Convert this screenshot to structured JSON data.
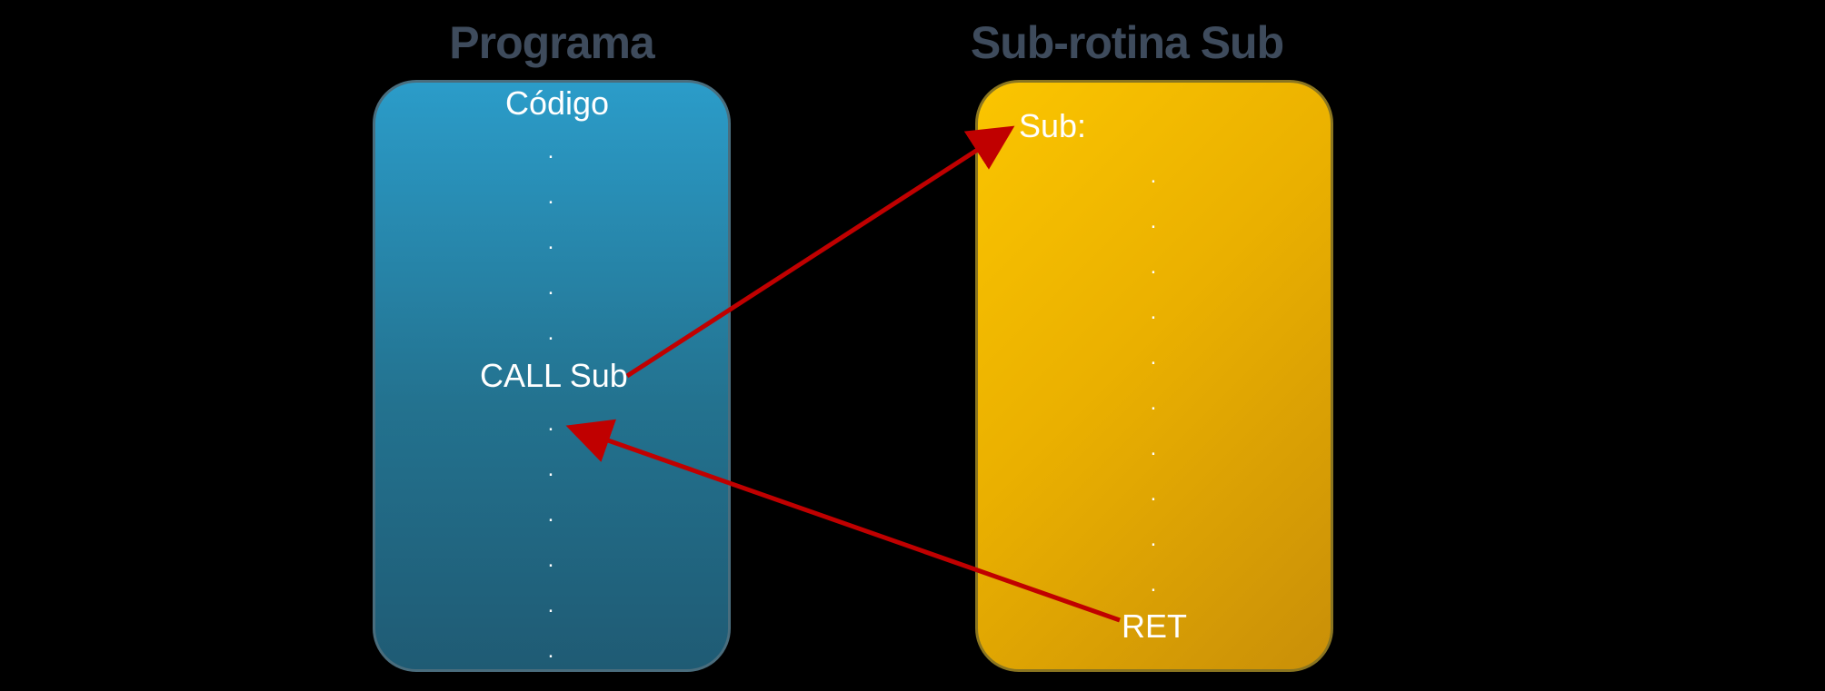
{
  "diagram": {
    "left_heading": "Programa",
    "right_heading": "Sub-rotina Sub",
    "program_box": {
      "title": "Código",
      "call_label": "CALL Sub",
      "dots_before": 5,
      "dots_after": 6,
      "color": "#2b9cc9"
    },
    "sub_box": {
      "entry_label": "Sub:",
      "return_label": "RET",
      "dots": 10,
      "color": "#fbc500"
    },
    "dot_glyph": ".",
    "arrow_color": "#c00000",
    "arrows": [
      {
        "from": "CALL Sub",
        "to": "Sub:"
      },
      {
        "from": "RET",
        "to": "after CALL Sub"
      }
    ]
  }
}
